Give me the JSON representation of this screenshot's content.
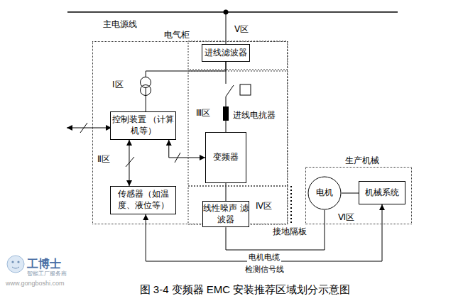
{
  "diagram": {
    "caption": "图 3-4 变频器 EMC 安装推荐区域划分示意图",
    "nodes": [
      {
        "text": [
          "电气柜"
        ]
      },
      {
        "text": [
          "进线滤波器"
        ],
        "in": 0
      },
      {
        "text": [
          "控制装置 （计算机等）"
        ],
        "in": 0
      },
      {
        "text": [
          "变频器"
        ],
        "in": 0
      },
      {
        "text": [
          "传感器（如温 度、液位等）"
        ],
        "in": 0
      },
      {
        "text": [
          "线性噪声 滤波器"
        ],
        "in": 0
      },
      {
        "text": [
          "生产机械"
        ]
      },
      {
        "text": [
          "电机"
        ],
        "in": 6
      },
      {
        "text": [
          "机械系统"
        ],
        "in": 6
      }
    ],
    "edges": [
      {
        "from": 1,
        "to": 3,
        "arrow": "none"
      },
      {
        "from": 1,
        "to": 2,
        "arrow": "none"
      },
      {
        "from": 2,
        "to": 4,
        "arrow": "both"
      },
      {
        "from": 2,
        "to": 3,
        "arrow": "both"
      },
      {
        "from": 3,
        "to": 5,
        "arrow": "none"
      },
      {
        "from": 5,
        "to": 7,
        "label": "电机电缆",
        "arrow": "none"
      },
      {
        "from": 7,
        "to": 8,
        "arrow": "none"
      },
      {
        "from": 8,
        "to": 4,
        "label": "检测信号线",
        "arrow": "both"
      }
    ],
    "labels": [
      "主电源线",
      "Ⅴ区",
      "Ⅰ区",
      "Ⅱ区",
      "Ⅲ区",
      "进线电抗器",
      "Ⅳ区",
      "接地隔板",
      "Ⅵ区",
      "工博士",
      "智能工厂服务商",
      "www.gongboshi.com"
    ]
  }
}
